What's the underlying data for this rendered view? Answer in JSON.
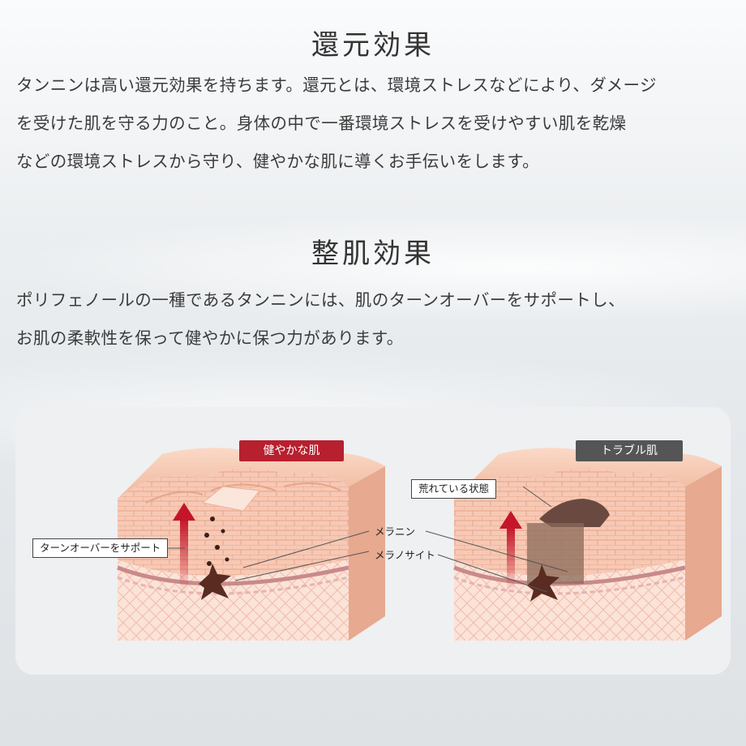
{
  "sections": [
    {
      "title": "還元効果",
      "body": "タンニンは高い還元効果を持ちます。還元とは、環境ストレスなどにより、ダメージ\nを受けた肌を守る力のこと。身体の中で一番環境ストレスを受けやすい肌を乾燥\nなどの環境ストレスから守り、健やかな肌に導くお手伝いをします。"
    },
    {
      "title": "整肌効果",
      "body": "ポリフェノールの一種であるタンニンには、肌のターンオーバーをサポートし、\nお肌の柔軟性を保って健やかに保つ力があります。"
    }
  ],
  "diagram": {
    "healthy_tag": "健やかな肌",
    "trouble_tag": "トラブル肌",
    "turnover_label": "ターンオーバーをサポート",
    "rough_label": "荒れている状態",
    "melanin_label": "メラニン",
    "melanocyte_label": "メラノサイト"
  },
  "colors": {
    "healthy_tag": "#b7202e",
    "trouble_tag": "#555555",
    "arrow": "#c4162a",
    "skin": "#f2c4ae"
  }
}
